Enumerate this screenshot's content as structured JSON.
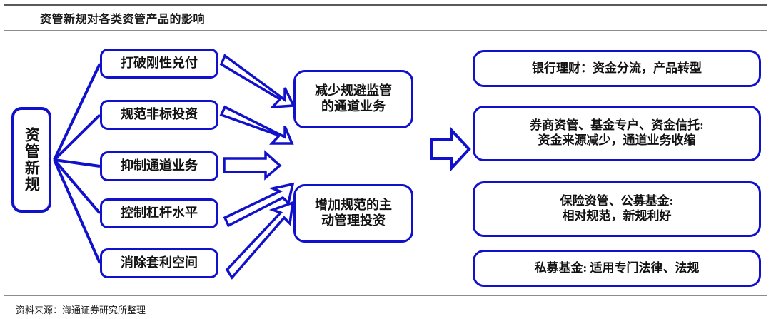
{
  "header": {
    "title": "资管新规对各类资管产品的影响"
  },
  "footer": {
    "source": "资料来源：海通证券研究所整理"
  },
  "colors": {
    "border": "#1111CC",
    "arrow": "#1111CC",
    "text": "#111111",
    "rule": "#5A5A5A",
    "background": "#FFFFFF"
  },
  "diagram": {
    "root": {
      "label": "资管新规",
      "orientation": "vertical"
    },
    "drivers": [
      {
        "label": "打破刚性兑付"
      },
      {
        "label": "规范非标投资"
      },
      {
        "label": "抑制通道业务"
      },
      {
        "label": "控制杠杆水平"
      },
      {
        "label": "消除套利空间"
      }
    ],
    "effects": [
      {
        "line1": "减少规避监管",
        "line2": "的通道业务"
      },
      {
        "line1": "增加规范的主",
        "line2": "动管理投资"
      }
    ],
    "outcomes": [
      {
        "line1": "银行理财：资金分流，产品转型",
        "line2": ""
      },
      {
        "line1": "券商资管、基金专户、资金信托:",
        "line2": "资金来源减少，通道业务收缩"
      },
      {
        "line1": "保险资管、公募基金:",
        "line2": "相对规范，新规利好"
      },
      {
        "line1": "私募基金: 适用专门法律、法规",
        "line2": ""
      }
    ],
    "connectors": {
      "root_fan_count": 5,
      "driver_arrows": [
        {
          "from": "打破刚性兑付",
          "to": "减少规避监管的通道业务",
          "direction": "down-right"
        },
        {
          "from": "规范非标投资",
          "to": "减少规避监管的通道业务",
          "direction": "down-right"
        },
        {
          "from": "抑制通道业务",
          "to": "减少规避监管的通道业务",
          "direction": "right"
        },
        {
          "from": "控制杠杆水平",
          "to": "增加规范的主动管理投资",
          "direction": "up-right"
        },
        {
          "from": "消除套利空间",
          "to": "增加规范的主动管理投资",
          "direction": "up-right"
        }
      ],
      "summary_arrow": {
        "direction": "right",
        "style": "hollow-block"
      }
    }
  }
}
